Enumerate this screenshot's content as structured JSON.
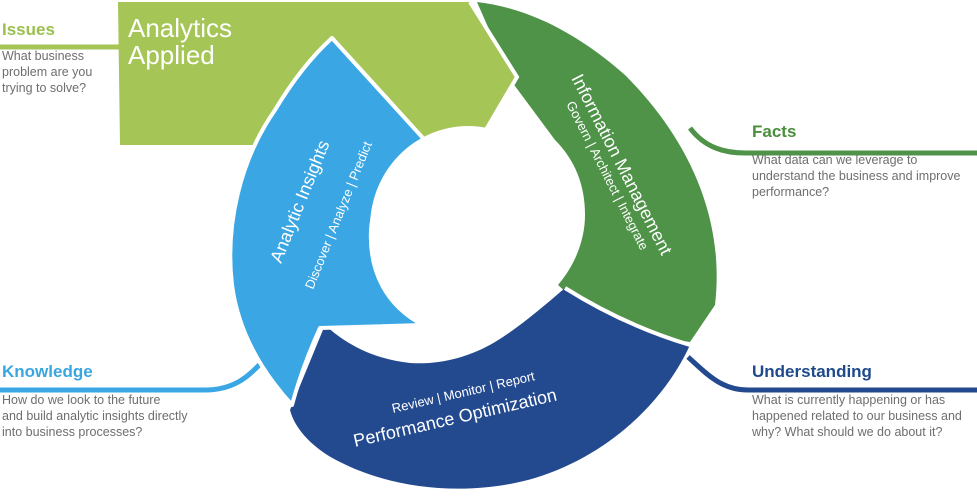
{
  "title": {
    "line1": "Analytics",
    "line2": "Applied"
  },
  "segments": {
    "information_management": {
      "title": "Information Management",
      "subtitle": "Govern | Architect | Integrate",
      "color": "#4e9347"
    },
    "analytic_insights": {
      "title": "Analytic Insights",
      "subtitle": "Discover | Analyze | Predict",
      "color": "#3aa6e3"
    },
    "performance_optimization": {
      "title": "Performance Optimization",
      "subtitle": "Review | Monitor | Report",
      "color": "#234a8f"
    },
    "analytics_applied": {
      "color": "#a5c556"
    }
  },
  "side_labels": {
    "issues": {
      "heading": "Issues",
      "text": [
        "What business",
        "problem are you",
        "trying to solve?"
      ],
      "color": "#9bbf4d"
    },
    "facts": {
      "heading": "Facts",
      "text": [
        "What data can we leverage to",
        "understand the business and improve",
        "performance?"
      ],
      "color": "#4a8f3a"
    },
    "knowledge": {
      "heading": "Knowledge",
      "text": [
        "How do we look to the future",
        "and build analytic insights directly",
        "into business processes?"
      ],
      "color": "#3aa6e0"
    },
    "understanding": {
      "heading": "Understanding",
      "text": [
        "What is currently happening or has",
        "happened related to our business and",
        "why? What should we do about it?"
      ],
      "color": "#1e4a8c"
    }
  }
}
